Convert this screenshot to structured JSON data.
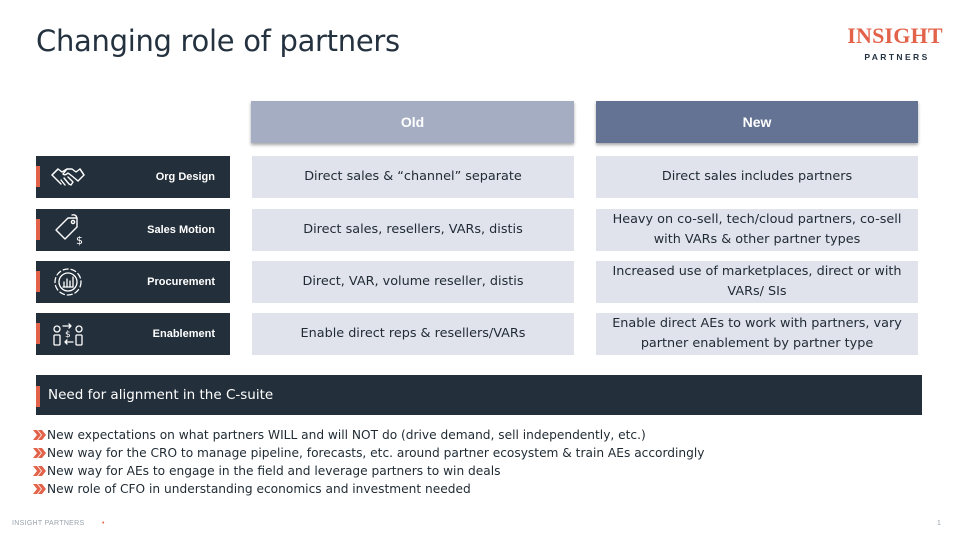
{
  "title": "Changing role of partners",
  "logo": {
    "top": "INSIGHT",
    "bottom": "PARTNERS"
  },
  "columns": {
    "old": "Old",
    "new": "New"
  },
  "rows": [
    {
      "label": "Org Design",
      "icon": "handshake-icon",
      "old": "Direct sales & “channel” separate",
      "new": "Direct sales includes partners"
    },
    {
      "label": "Sales Motion",
      "icon": "price-tag-icon",
      "old": "Direct sales, resellers, VARs, distis",
      "new": "Heavy on co-sell, tech/cloud partners, co-sell with VARs & other partner types"
    },
    {
      "label": "Procurement",
      "icon": "chart-cycle-icon",
      "old": "Direct, VAR, volume reseller, distis",
      "new": "Increased use of marketplaces, direct or with VARs/ SIs"
    },
    {
      "label": "Enablement",
      "icon": "people-exchange-icon",
      "old": "Enable direct reps & resellers/VARs",
      "new": "Enable direct AEs to work with partners, vary partner enablement by partner type"
    }
  ],
  "banner": "Need for alignment in the C-suite",
  "bullets": [
    "New expectations on what partners WILL and will NOT do (drive demand, sell independently, etc.)",
    "New way for the CRO to manage pipeline, forecasts, etc. around partner ecosystem & train AEs accordingly",
    "New way for AEs to engage in the field  and leverage partners to win deals",
    "New role of CFO in understanding economics and investment needed"
  ],
  "footer": {
    "left": "INSIGHT PARTNERS",
    "dot": "•",
    "page": "1"
  },
  "colors": {
    "accent": "#e2634a",
    "navy": "#232f3a",
    "old_header": "#a4adc1",
    "new_header": "#647393",
    "cell_bg": "#e0e2ec"
  }
}
